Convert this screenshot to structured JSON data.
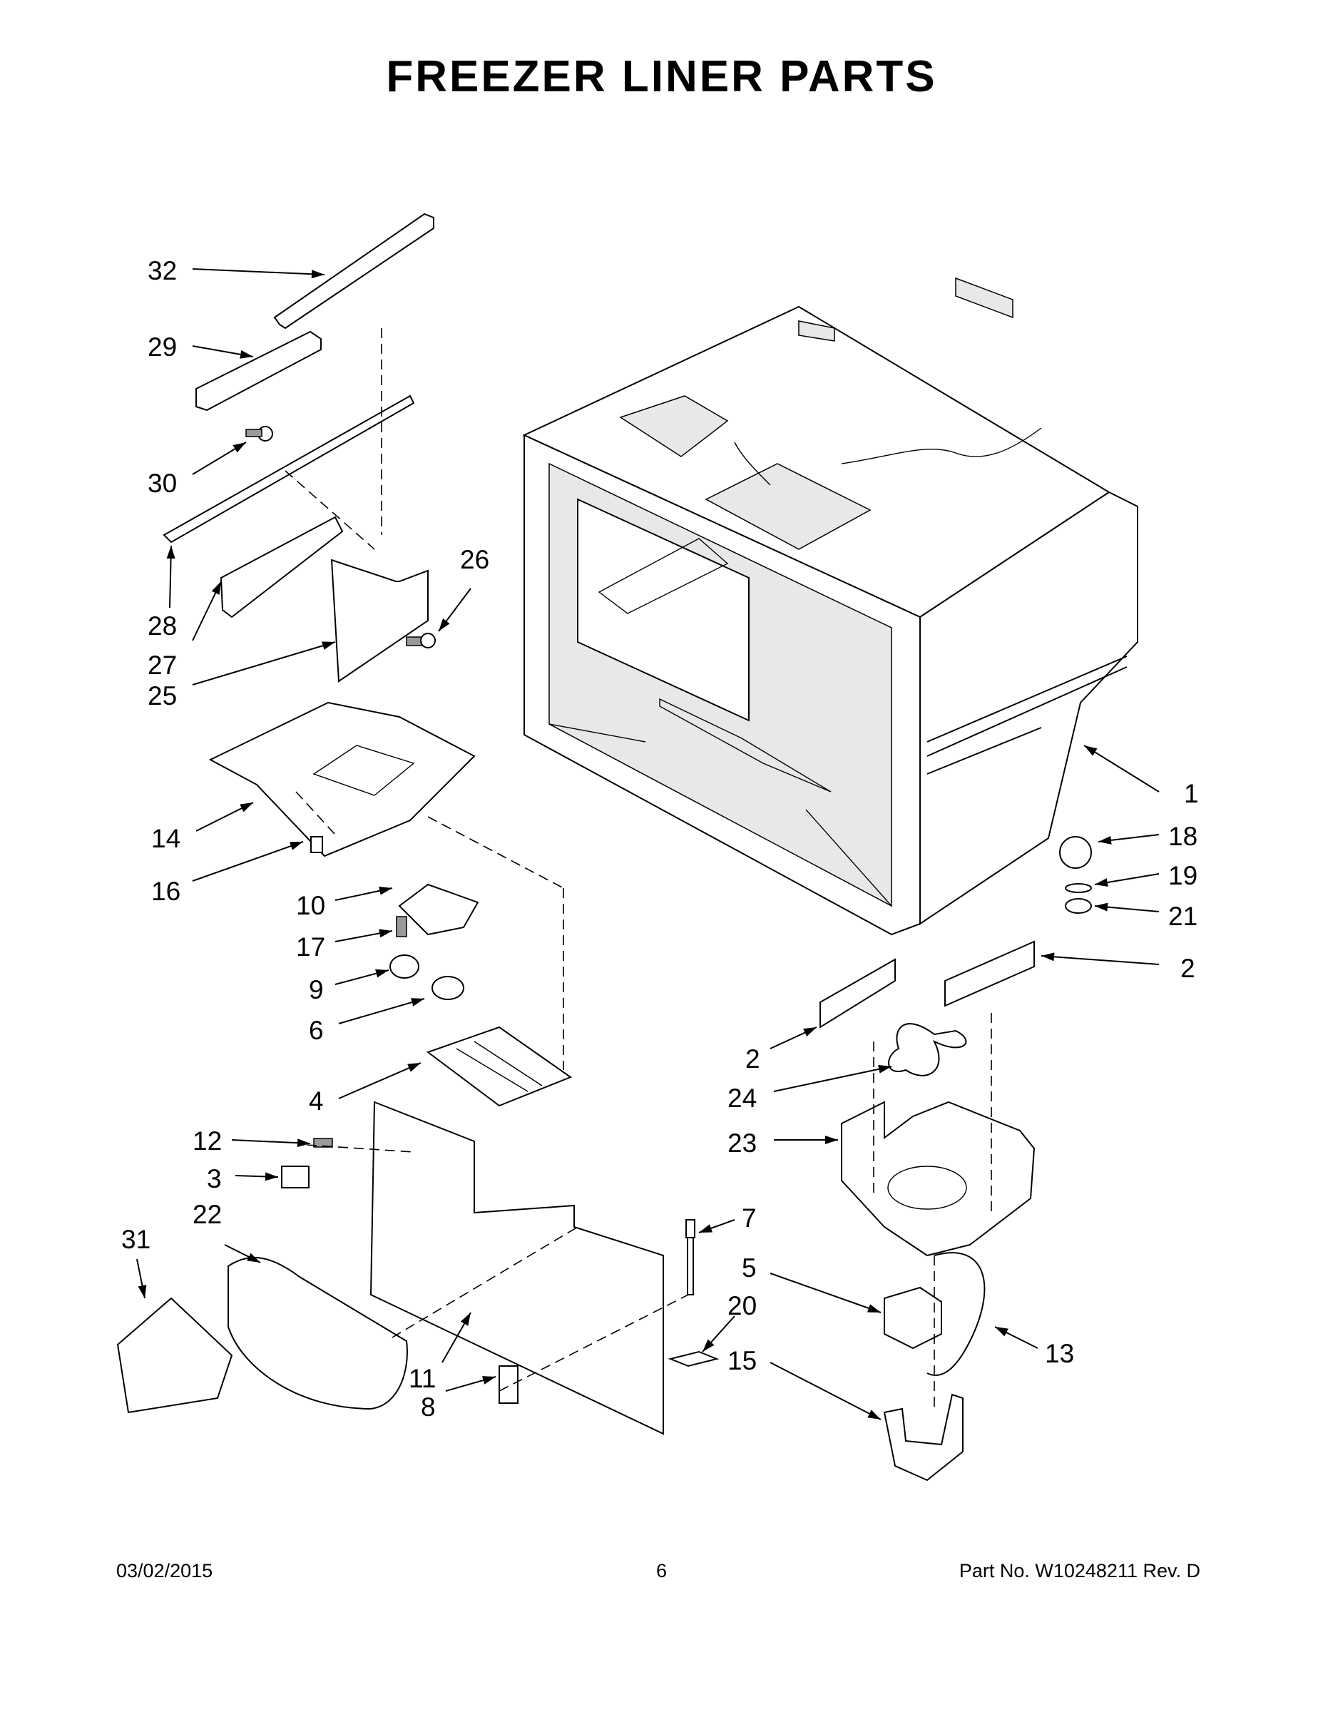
{
  "title": "FREEZER LINER PARTS",
  "callouts": [
    {
      "id": "c32",
      "label": "32"
    },
    {
      "id": "c29",
      "label": "29"
    },
    {
      "id": "c30",
      "label": "30"
    },
    {
      "id": "c28",
      "label": "28"
    },
    {
      "id": "c27",
      "label": "27"
    },
    {
      "id": "c25",
      "label": "25"
    },
    {
      "id": "c26",
      "label": "26"
    },
    {
      "id": "c14",
      "label": "14"
    },
    {
      "id": "c16",
      "label": "16"
    },
    {
      "id": "c10",
      "label": "10"
    },
    {
      "id": "c17",
      "label": "17"
    },
    {
      "id": "c9",
      "label": "9"
    },
    {
      "id": "c6",
      "label": "6"
    },
    {
      "id": "c4",
      "label": "4"
    },
    {
      "id": "c12",
      "label": "12"
    },
    {
      "id": "c3",
      "label": "3"
    },
    {
      "id": "c31",
      "label": "31"
    },
    {
      "id": "c22",
      "label": "22"
    },
    {
      "id": "c11",
      "label": "11"
    },
    {
      "id": "c8",
      "label": "8"
    },
    {
      "id": "c1",
      "label": "1"
    },
    {
      "id": "c18",
      "label": "18"
    },
    {
      "id": "c19",
      "label": "19"
    },
    {
      "id": "c21",
      "label": "21"
    },
    {
      "id": "c2a",
      "label": "2"
    },
    {
      "id": "c2b",
      "label": "2"
    },
    {
      "id": "c24",
      "label": "24"
    },
    {
      "id": "c23",
      "label": "23"
    },
    {
      "id": "c7",
      "label": "7"
    },
    {
      "id": "c5",
      "label": "5"
    },
    {
      "id": "c20",
      "label": "20"
    },
    {
      "id": "c15",
      "label": "15"
    },
    {
      "id": "c13",
      "label": "13"
    }
  ],
  "footer": {
    "date": "03/02/2015",
    "page": "6",
    "part_number": "Part No.  W10248211   Rev.  D"
  }
}
